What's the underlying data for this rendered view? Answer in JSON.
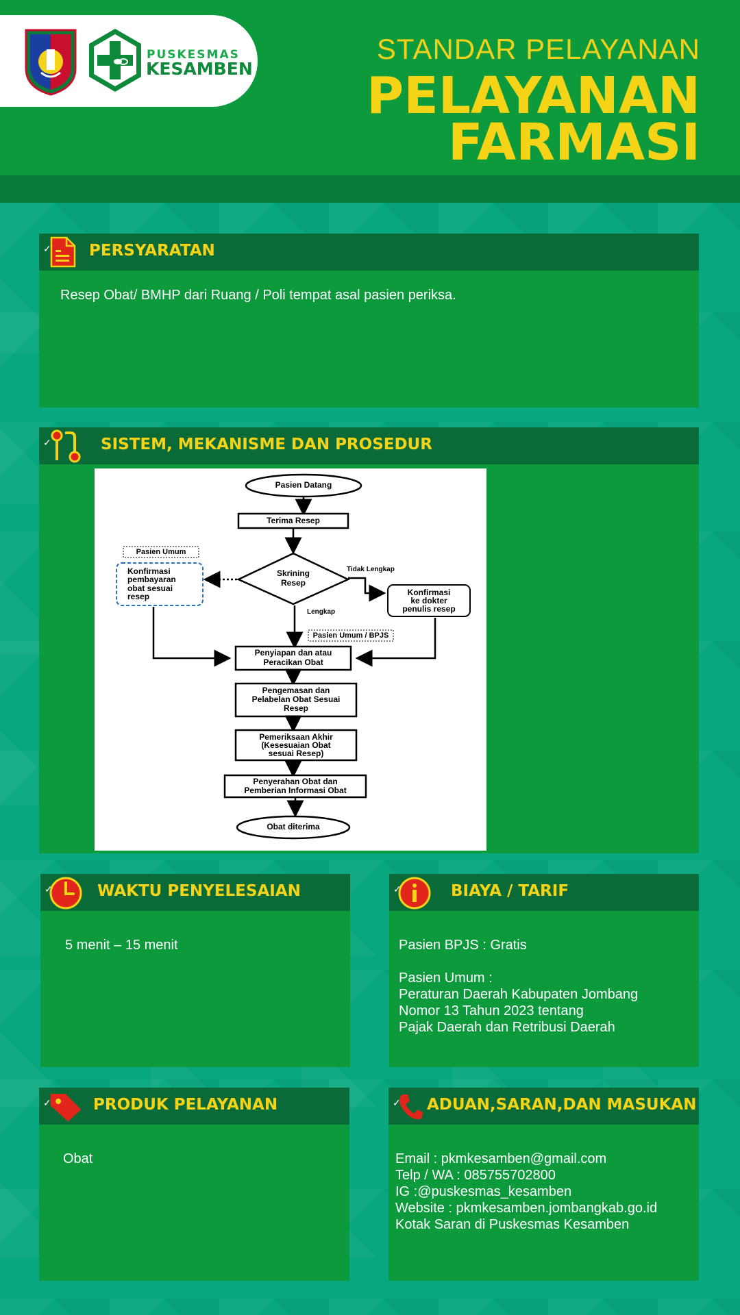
{
  "header": {
    "logo_brand_line1": "PUSKESMAS",
    "logo_brand_line2": "KESAMBEN",
    "subtitle": "STANDAR PELAYANAN",
    "title_line1": "PELAYANAN",
    "title_line2": "FARMASI"
  },
  "colors": {
    "accent_yellow": "#f5d316",
    "header_green": "#0c9a3c",
    "card_head_green": "#0b6b38",
    "background_teal": "#08a77f",
    "icon_red": "#e1251b"
  },
  "sections": {
    "persyaratan": {
      "title": "PERSYARATAN",
      "icon": "document-icon",
      "text": "Resep Obat/ BMHP dari Ruang / Poli tempat asal pasien periksa."
    },
    "prosedur": {
      "title": "SISTEM, MEKANISME DAN PROSEDUR",
      "icon": "flow-icon"
    },
    "waktu": {
      "title": "WAKTU PENYELESAIAN",
      "icon": "clock-icon",
      "text": "5 menit – 15 menit"
    },
    "biaya": {
      "title": "BIAYA / TARIF",
      "icon": "info-icon",
      "line1": "Pasien BPJS : Gratis",
      "line2": "Pasien Umum :",
      "line3": "Peraturan Daerah Kabupaten Jombang",
      "line4": "Nomor 13 Tahun  2023 tentang",
      "line5": "Pajak Daerah dan Retribusi Daerah"
    },
    "produk": {
      "title": "PRODUK PELAYANAN",
      "icon": "tag-icon",
      "text": "Obat"
    },
    "aduan": {
      "title": "ADUAN,SARAN,DAN MASUKAN",
      "icon": "phone-icon",
      "line1": "Email : pkmkesamben@gmail.com",
      "line2": "Telp / WA : 085755702800",
      "line3": "IG :@puskesmas_kesamben",
      "line4": "Website : pkmkesamben.jombangkab.go.id",
      "line5": "Kotak Saran di Puskesmas Kesamben"
    }
  },
  "flowchart": {
    "start": "Pasien Datang",
    "terima": "Terima Resep",
    "skrining_1": "Skrining",
    "skrining_2": "Resep",
    "pasien_umum_tag": "Pasien Umum",
    "konf_bayar_1": "Konfirmasi",
    "konf_bayar_2": "pembayaran",
    "konf_bayar_3": "obat sesuai",
    "konf_bayar_4": "resep",
    "tidak_lengkap": "Tidak Lengkap",
    "konf_dokter_1": "Konfirmasi",
    "konf_dokter_2": "ke dokter",
    "konf_dokter_3": "penulis resep",
    "lengkap": "Lengkap",
    "umum_bpjs_tag": "Pasien Umum / BPJS",
    "penyiapan_1": "Penyiapan dan atau",
    "penyiapan_2": "Peracikan Obat",
    "pengemasan_1": "Pengemasan dan",
    "pengemasan_2": "Pelabelan Obat Sesuai",
    "pengemasan_3": "Resep",
    "pemeriksaan_1": "Pemeriksaan Akhir",
    "pemeriksaan_2": "(Kesesuaian Obat",
    "pemeriksaan_3": "sesuai Resep)",
    "penyerahan_1": "Penyerahan Obat dan",
    "penyerahan_2": "Pemberian Informasi Obat",
    "end": "Obat diterima"
  }
}
